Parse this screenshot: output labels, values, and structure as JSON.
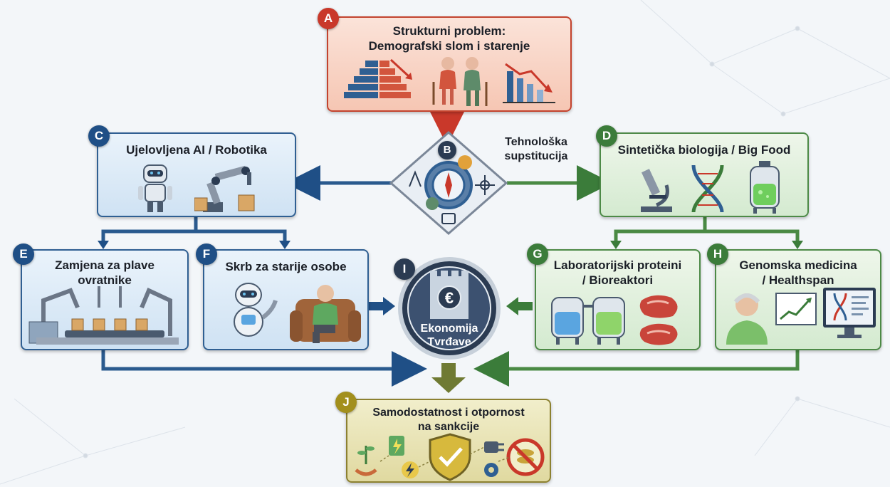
{
  "nodes": {
    "a": {
      "badge": "A",
      "title": "Strukturni problem:\nDemografski slom i starenje"
    },
    "b": {
      "badge": "B",
      "label": "Tehnološka\nsupstitucija"
    },
    "c": {
      "badge": "C",
      "title": "Ujelovljena AI / Robotika"
    },
    "d": {
      "badge": "D",
      "title": "Sintetička biologija / Big Food"
    },
    "e": {
      "badge": "E",
      "title": "Zamjena za plave\novratnike"
    },
    "f": {
      "badge": "F",
      "title": "Skrb za starije osobe"
    },
    "g": {
      "badge": "G",
      "title": "Laboratorijski proteini\n/ Bioreaktori"
    },
    "h": {
      "badge": "H",
      "title": "Genomska medicina\n/ Healthspan"
    },
    "i": {
      "badge": "I",
      "title": "Ekonomija\nTvrđave",
      "logo": "€"
    },
    "j": {
      "badge": "J",
      "title": "Samodostatnost i otpornost\nna sankcije"
    }
  },
  "colors": {
    "blue": "#2f5f92",
    "green": "#4d8a47",
    "red": "#c3432e",
    "olive": "#8c8131",
    "navy": "#1f3550"
  }
}
